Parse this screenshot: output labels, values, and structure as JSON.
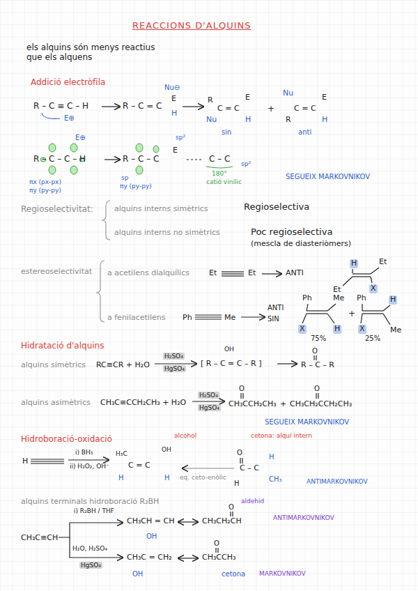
{
  "diagram": {
    "title": "REACCIONS D'ALQUINS",
    "labels": [
      "els alquins són menys reactius que els alquens",
      "Addició electròfila",
      "R – C ≡ C – H",
      "E⊕",
      "R – C = C",
      "Nu⊖",
      "E",
      "H",
      "R",
      "C = C",
      "E",
      "Nu",
      "H",
      "sin",
      "+",
      "Nu",
      "C = C",
      "E",
      "R",
      "H",
      "anti",
      "R – C – C – H",
      "E⊕",
      "πx (px-px)",
      "πy (py-py)",
      "R – C – C",
      "sp",
      "πy (py-py)",
      "E",
      "sp²",
      "C – C",
      "sp²",
      "180°",
      "catió vinílic",
      "SEGUEIX MARKOVNIKOV",
      "Regioselectivitat:",
      "alquins interns simètrics",
      "Regioselectiva",
      "alquins interns no simètrics",
      "Poc regioselectiva",
      "(mescla de diasteriòmers)",
      "estereoselectivitat",
      "a acetilens dialquílics",
      "Et",
      "Et",
      "ANTI",
      "H",
      "Et",
      "Et",
      "X",
      "a fenilacetilens",
      "Ph",
      "Me",
      "ANTI",
      "SIN",
      "Ph",
      "Me",
      "X",
      "H",
      "75%",
      "+",
      "Ph",
      "H",
      "X",
      "Me",
      "25%",
      "Hidratació d'alquins",
      "alquins simètrics",
      "RC≡CR + H₂O",
      "H₂SO₄",
      "HgSO₄",
      "OH",
      "[ R – C = C – R ]",
      "R – C – R",
      "O",
      "alquins asimètrics",
      "CH₃C≡CCH₂CH₃ + H₂O",
      "H₂SO₄",
      "HgSO₄",
      "CH₃CCH₂CH₃",
      "O",
      "+",
      "CH₃CH₂CCH₂CH₃",
      "O",
      "SEGUEIX MARKOVNIKOV",
      "Hidroboració-oxidació",
      "H",
      "i) BH₃",
      "ii) H₂O₂, OH⁻",
      "H₃C",
      "OH",
      "C = C",
      "H",
      "H",
      "alcohol",
      "eq. ceto-enòlic",
      "O",
      "C – C",
      "H",
      "H",
      "CH₃",
      "cetona: alquí intern",
      "ANTIMARKOVNIKOV",
      "alquins terminals hidroboració R₂BH",
      "CH₃C≡CH",
      "i) R₂BH / THF",
      "H₂O, H₂SO₄",
      "HgSO₄",
      "CH₃CH = CH",
      "OH",
      "CH₃CH₂CH",
      "O",
      "aldehid",
      "ANTIMARKOVNIKOV",
      "CH₃C = CH₂",
      "OH",
      "CH₃CCH₃",
      "O",
      "cetona",
      "MARKOVNIKOV"
    ]
  }
}
